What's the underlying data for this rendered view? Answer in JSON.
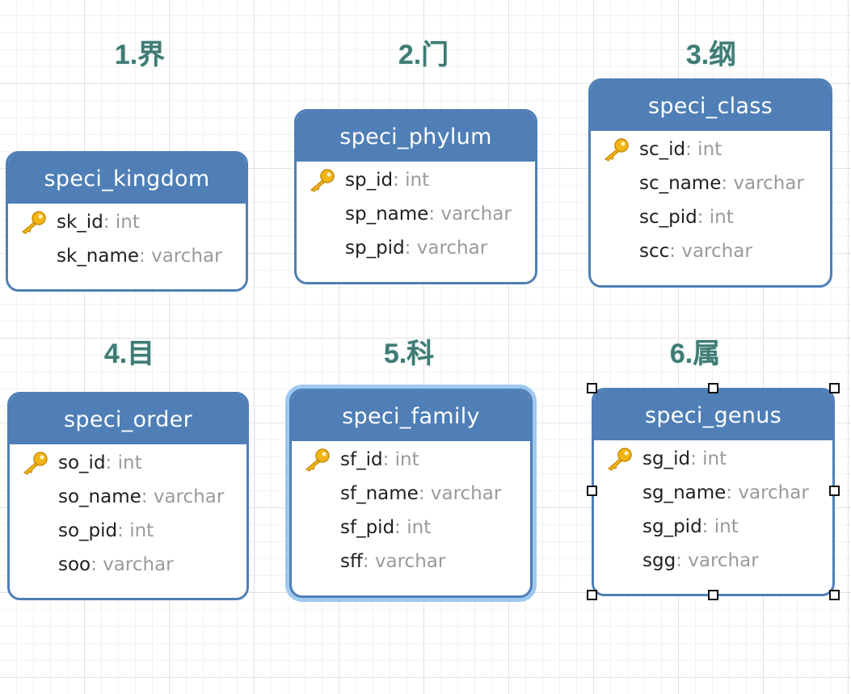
{
  "colors": {
    "header": "#4f7fb6",
    "border": "#4f7fb6",
    "selection_glow": "#9ec8ef",
    "label_text": "#3f7b74",
    "field_type": "#9a9a9a",
    "key_icon": "#f2b517"
  },
  "labels": [
    "1.界",
    "2.门",
    "3.纲",
    "4.目",
    "5.科",
    "6.属"
  ],
  "entities": [
    {
      "name": "speci_kingdom",
      "fields": [
        {
          "name": "sk_id",
          "type": ": int",
          "key": true
        },
        {
          "name": "sk_name",
          "type": ": varchar",
          "key": false
        }
      ]
    },
    {
      "name": "speci_phylum",
      "fields": [
        {
          "name": "sp_id",
          "type": ": int",
          "key": true
        },
        {
          "name": "sp_name",
          "type": ": varchar",
          "key": false
        },
        {
          "name": "sp_pid",
          "type": ": varchar",
          "key": false
        }
      ]
    },
    {
      "name": "speci_class",
      "fields": [
        {
          "name": "sc_id",
          "type": ": int",
          "key": true
        },
        {
          "name": "sc_name",
          "type": ": varchar",
          "key": false
        },
        {
          "name": "sc_pid",
          "type": ": int",
          "key": false
        },
        {
          "name": "scc",
          "type": ": varchar",
          "key": false
        }
      ]
    },
    {
      "name": "speci_order",
      "fields": [
        {
          "name": "so_id",
          "type": ": int",
          "key": true
        },
        {
          "name": "so_name",
          "type": ": varchar",
          "key": false
        },
        {
          "name": "so_pid",
          "type": ": int",
          "key": false
        },
        {
          "name": "soo",
          "type": ": varchar",
          "key": false
        }
      ]
    },
    {
      "name": "speci_family",
      "fields": [
        {
          "name": "sf_id",
          "type": ": int",
          "key": true
        },
        {
          "name": "sf_name",
          "type": ": varchar",
          "key": false
        },
        {
          "name": "sf_pid",
          "type": ": int",
          "key": false
        },
        {
          "name": "sff",
          "type": ": varchar",
          "key": false
        }
      ]
    },
    {
      "name": "speci_genus",
      "fields": [
        {
          "name": "sg_id",
          "type": ": int",
          "key": true
        },
        {
          "name": "sg_name",
          "type": ": varchar",
          "key": false
        },
        {
          "name": "sg_pid",
          "type": ": int",
          "key": false
        },
        {
          "name": "sgg",
          "type": ": varchar",
          "key": false
        }
      ]
    }
  ]
}
